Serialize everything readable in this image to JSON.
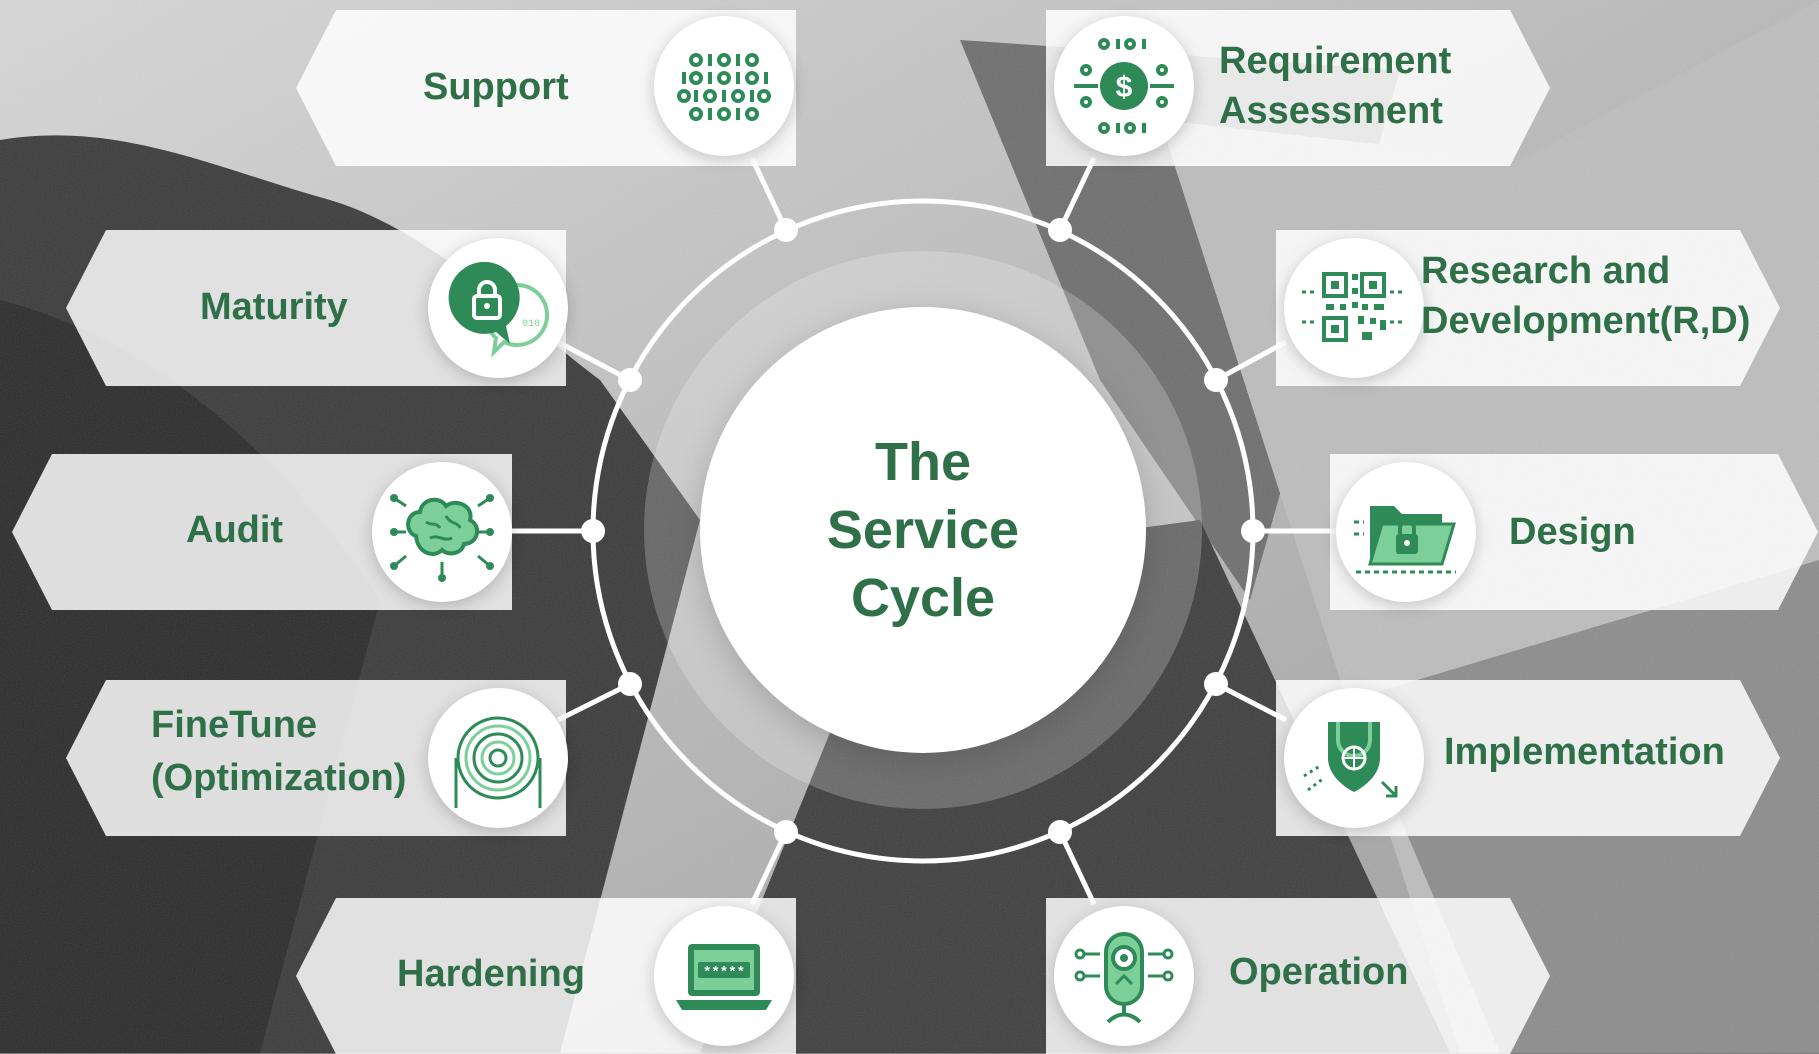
{
  "center": {
    "lines": [
      "The",
      "Service",
      "Cycle"
    ]
  },
  "stages": {
    "support": {
      "label": "Support",
      "icon": "binary-code-icon"
    },
    "requirement": {
      "line1": "Requirement",
      "line2": "Assessment",
      "icon": "dollar-chip-icon"
    },
    "maturity": {
      "label": "Maturity",
      "icon": "secure-chat-icon"
    },
    "research": {
      "line1": "Research and",
      "line2": "Development(R,D)",
      "icon": "qr-code-icon"
    },
    "audit": {
      "label": "Audit",
      "icon": "brain-circuit-icon"
    },
    "design": {
      "label": "Design",
      "icon": "locked-folder-icon"
    },
    "finetune": {
      "line1": "FineTune",
      "line2": "(Optimization)",
      "icon": "fingerprint-icon"
    },
    "implementation": {
      "label": "Implementation",
      "icon": "shield-globe-icon"
    },
    "hardening": {
      "label": "Hardening",
      "icon": "password-laptop-icon"
    },
    "operation": {
      "label": "Operation",
      "icon": "webcam-icon"
    }
  },
  "colors": {
    "accent": "#2f7048",
    "icon_green": "#2e8b57",
    "icon_light": "#7dcf9a"
  }
}
